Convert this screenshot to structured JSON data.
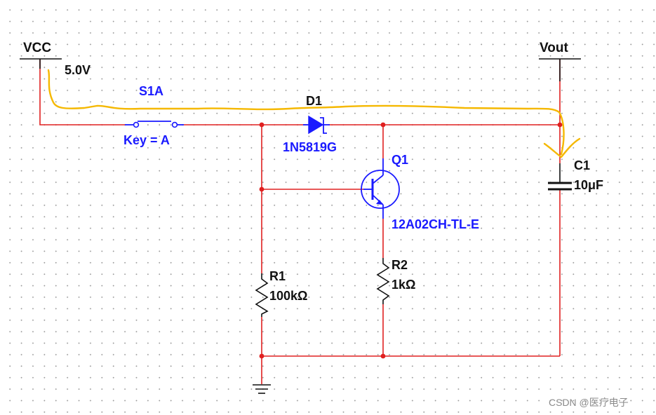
{
  "labels": {
    "vcc": "VCC",
    "vcc_value": "5.0V",
    "vout": "Vout",
    "switch_name": "S1A",
    "switch_key": "Key = A",
    "diode_name": "D1",
    "diode_part": "1N5819G",
    "transistor_name": "Q1",
    "transistor_part": "12A02CH-TL-E",
    "r1_name": "R1",
    "r1_value": "100kΩ",
    "r2_name": "R2",
    "r2_value": "1kΩ",
    "c1_name": "C1",
    "c1_value": "10μF"
  },
  "watermark": "CSDN @医疗电子",
  "colors": {
    "wire": "#e02020",
    "component": "#1a1aff",
    "annotation": "#f5b800"
  }
}
